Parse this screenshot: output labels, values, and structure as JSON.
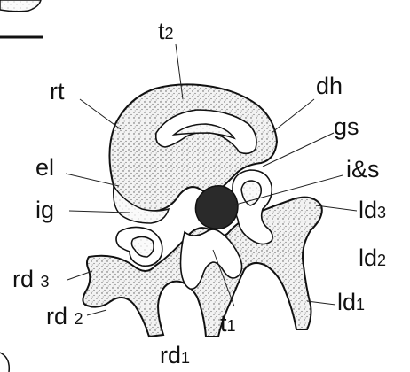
{
  "labels": {
    "t2": {
      "main": "t",
      "sub": "2"
    },
    "rt": "rt",
    "dh": "dh",
    "gs": "gs",
    "el": "el",
    "is": "i&s",
    "ig": "ig",
    "ld3": {
      "main": "ld",
      "sub": "3"
    },
    "ld2": {
      "main": "ld",
      "sub": "2"
    },
    "rd3": {
      "main": "rd ",
      "sub": "3"
    },
    "ld1": {
      "main": "ld",
      "sub": "1"
    },
    "rd2": {
      "main": "rd ",
      "sub": "2"
    },
    "t1": {
      "main": "t",
      "sub": "1"
    },
    "rd1": {
      "main": "rd",
      "sub": "1"
    }
  }
}
